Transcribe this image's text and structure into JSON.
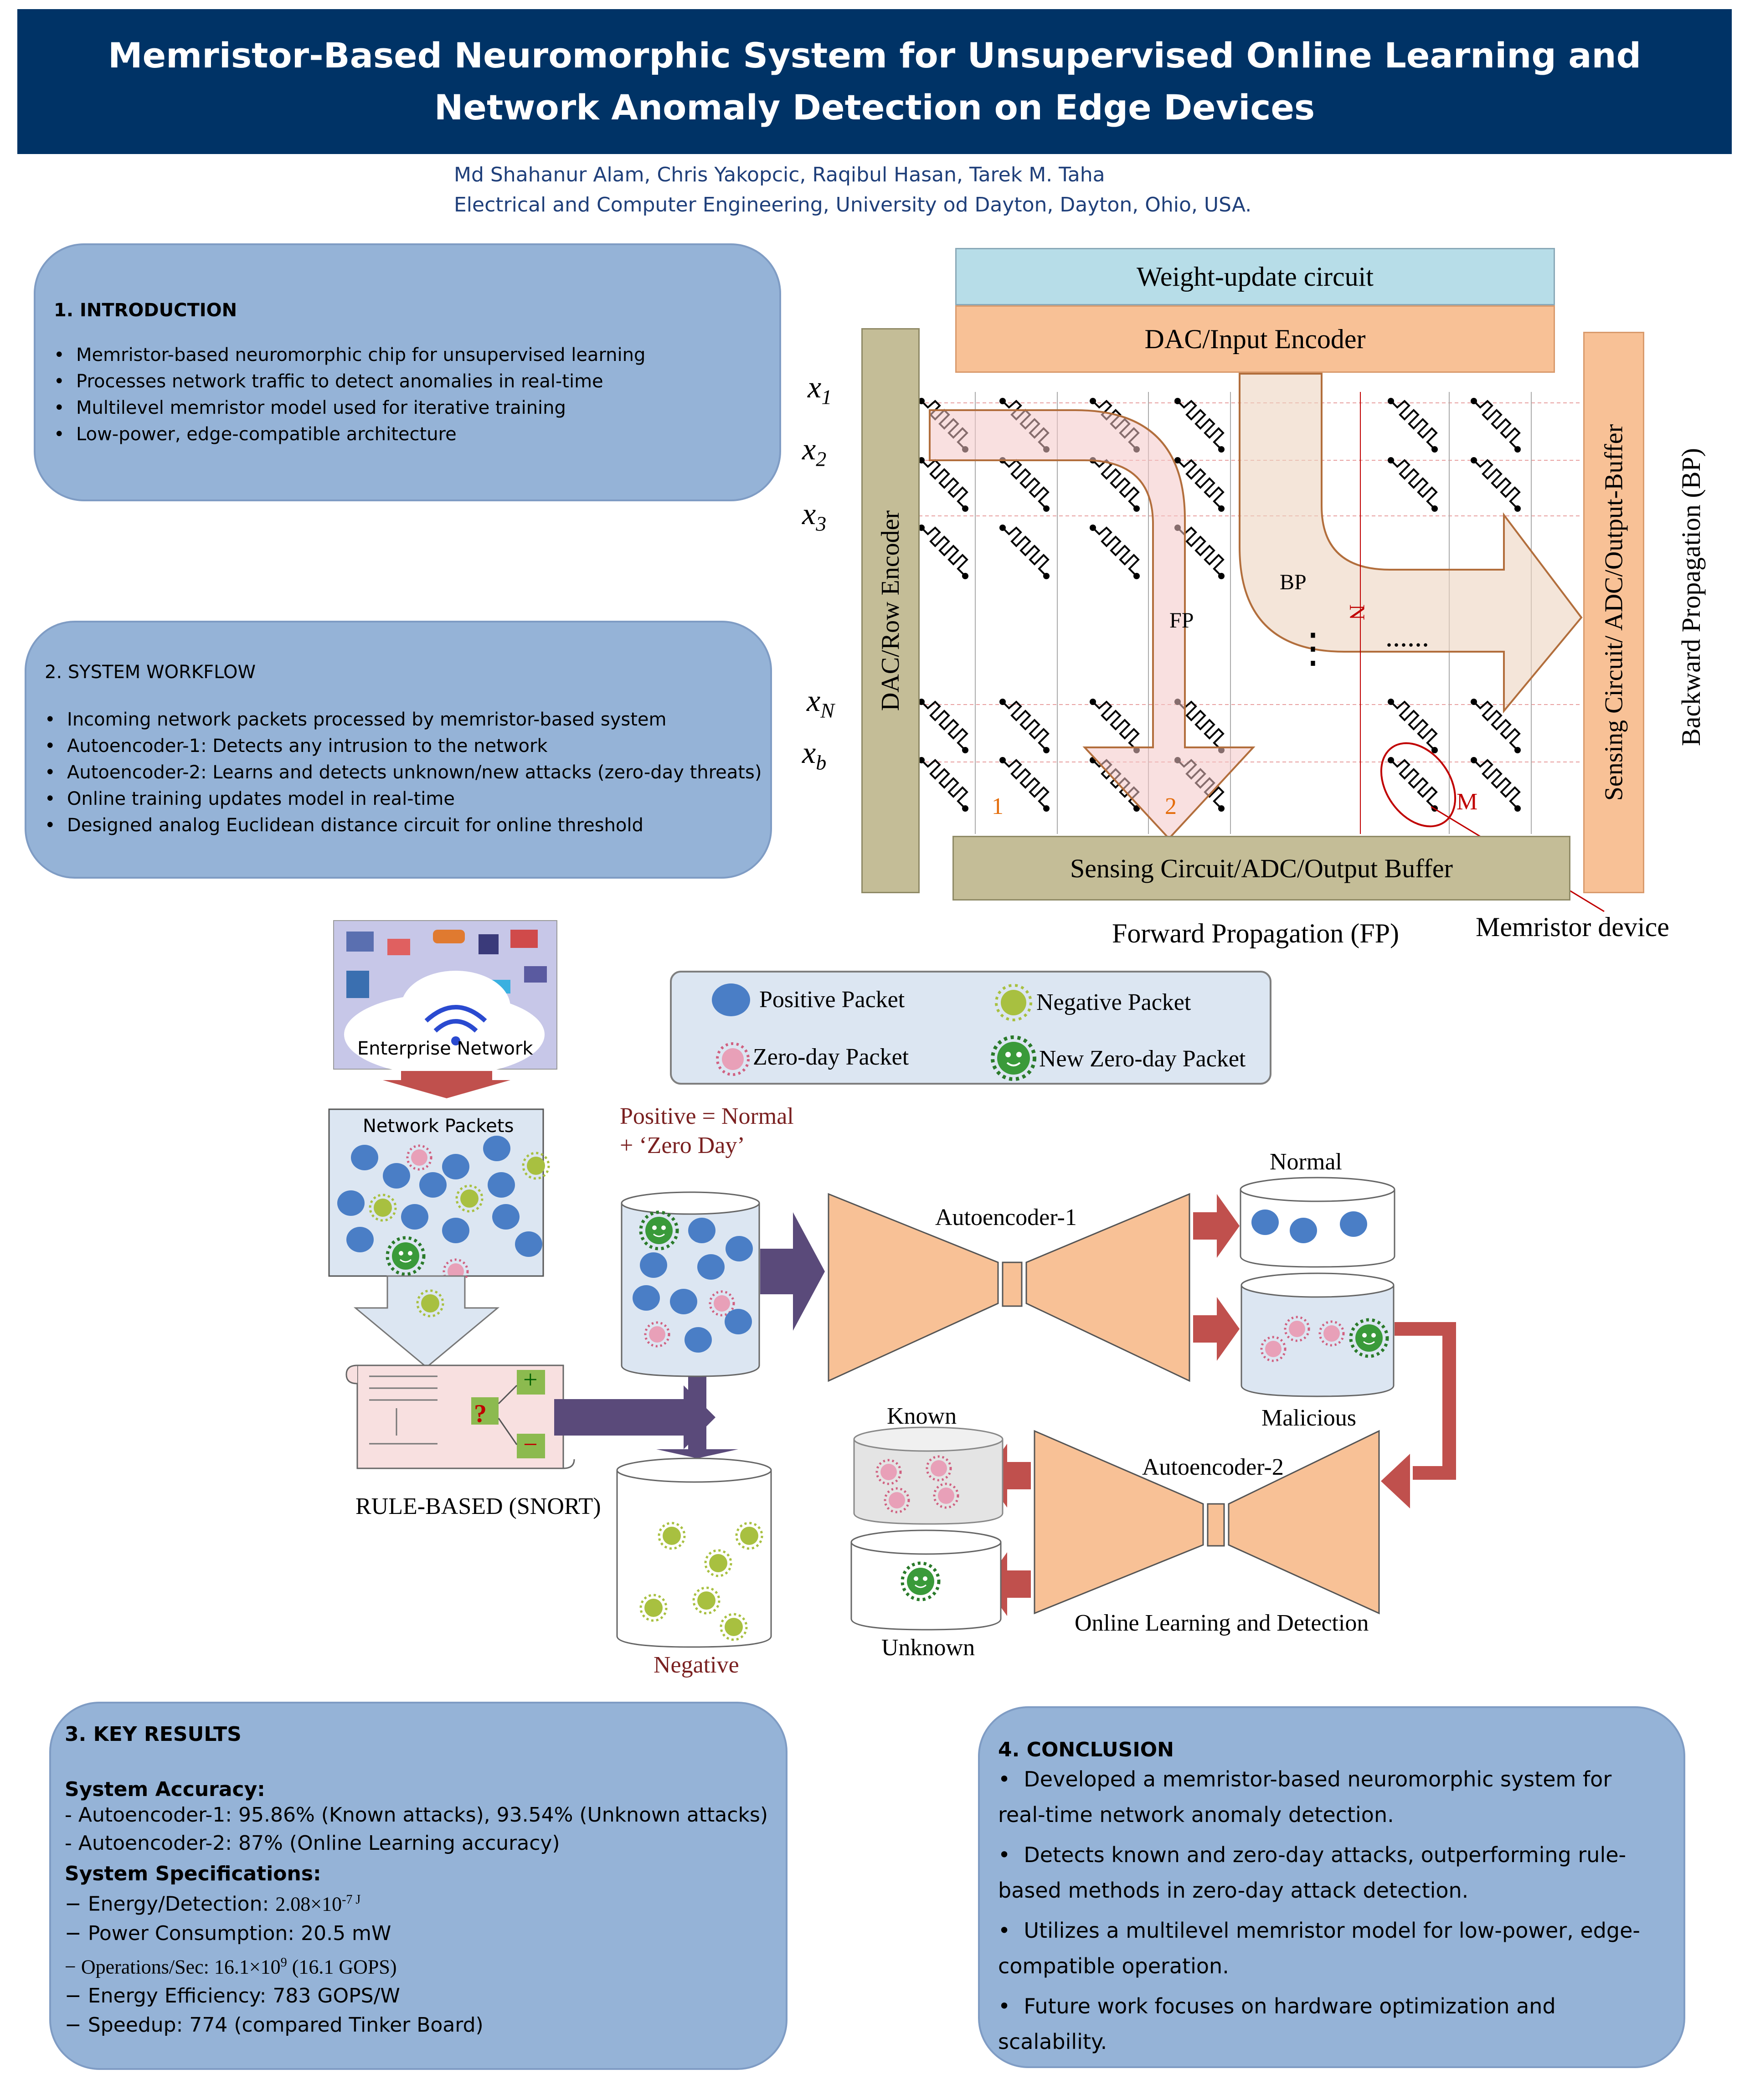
{
  "title": "Memristor-Based Neuromorphic System for Unsupervised Online Learning and Network Anomaly Detection on Edge Devices",
  "authors": "Md Shahanur Alam, Chris Yakopcic, Raqibul Hasan, Tarek M. Taha",
  "affiliation": "Electrical and Computer Engineering, University od Dayton, Dayton, Ohio, USA.",
  "introduction": {
    "heading": "1. INTRODUCTION",
    "items": [
      "Memristor-based neuromorphic chip for unsupervised learning",
      "Processes network traffic to detect anomalies in real-time",
      "Multilevel memristor model used for iterative training",
      "Low-power, edge-compatible architecture"
    ]
  },
  "workflow": {
    "heading": "2. SYSTEM WORKFLOW",
    "items": [
      "Incoming network packets processed by memristor-based system",
      "Autoencoder-1: Detects any intrusion to the network",
      "Autoencoder-2: Learns and detects unknown/new attacks (zero-day threats)",
      "Online training updates model in real-time",
      "Designed analog Euclidean distance circuit for online threshold"
    ]
  },
  "crossbar": {
    "weight_update": "Weight-update circuit",
    "dac_input": "DAC/Input Encoder",
    "dac_row": "DAC/Row Encoder",
    "sense_right": "Sensing Circuit/ ADC/Output-Buffer",
    "sense_bottom": "Sensing Circuit/ADC/Output Buffer",
    "bp_axis": "Backward Propagation (BP)",
    "fp_axis": "Forward Propagation (FP)",
    "memristor_device": "Memristor device",
    "fp": "FP",
    "bp": "BP",
    "n_label": "N",
    "m_label": "M",
    "col1": "1",
    "col2": "2",
    "vdots": "⋮",
    "hdots": "......",
    "inputs": [
      {
        "sym": "x",
        "sub": "1"
      },
      {
        "sym": "x",
        "sub": "2"
      },
      {
        "sym": "x",
        "sub": "3"
      },
      {
        "sym": "x",
        "sub": "N"
      },
      {
        "sym": "x",
        "sub": "b"
      }
    ]
  },
  "legend": {
    "positive": "Positive Packet",
    "negative": "Negative Packet",
    "zero_day": "Zero-day Packet",
    "new_zero_day": "New Zero-day Packet"
  },
  "flow": {
    "enterprise": "Enterprise Network",
    "network_packets": "Network Packets",
    "rule_based": "RULE-BASED (SNORT)",
    "plus": "+",
    "minus": "−",
    "question": "?",
    "positive_desc": "Positive = Normal + ‘Zero Day’",
    "negative": "Negative",
    "autoencoder1": "Autoencoder-1",
    "autoencoder2": "Autoencoder-2",
    "normal": "Normal",
    "malicious": "Malicious",
    "known": "Known",
    "unknown": "Unknown",
    "online": "Online Learning and Detection"
  },
  "results": {
    "heading": "3. KEY RESULTS",
    "acc_heading": "System Accuracy:",
    "acc1": "- Autoencoder-1: 95.86% (Known attacks), 93.54% (Unknown attacks)",
    "acc2": "- Autoencoder-2: 87% (Online Learning accuracy)",
    "spec_heading": "System Specifications:",
    "energy_label": "− Energy/Detection: ",
    "energy_val": "2.08×10",
    "energy_exp": "-7 J",
    "power": "− Power Consumption: 20.5 mW",
    "ops_label": "− Operations/Sec: ",
    "ops_val": "16.1×10",
    "ops_exp": "9",
    "ops_tail": " (16.1 GOPS)",
    "efficiency": "−  Energy Efficiency: 783 GOPS/W",
    "speedup": "− Speedup: 774 (compared Tinker Board)"
  },
  "conclusion": {
    "heading": "4. CONCLUSION",
    "items": [
      "Developed a memristor-based neuromorphic system for real-time network anomaly detection.",
      "Detects known and zero-day attacks, outperforming rule-based methods in zero-day attack detection.",
      "Utilizes a multilevel memristor model for low-power, edge-compatible operation.",
      "Future work focuses on hardware optimization and scalability."
    ]
  },
  "colors": {
    "banner": "#003366",
    "panel": "#95b3d7",
    "orange": "#f8c196",
    "khaki": "#c4bd97",
    "light_blue": "#b7dde8",
    "packet_blue": "#4a7ec6",
    "purple": "#5a4a7a",
    "red_arrow": "#c0504d"
  }
}
